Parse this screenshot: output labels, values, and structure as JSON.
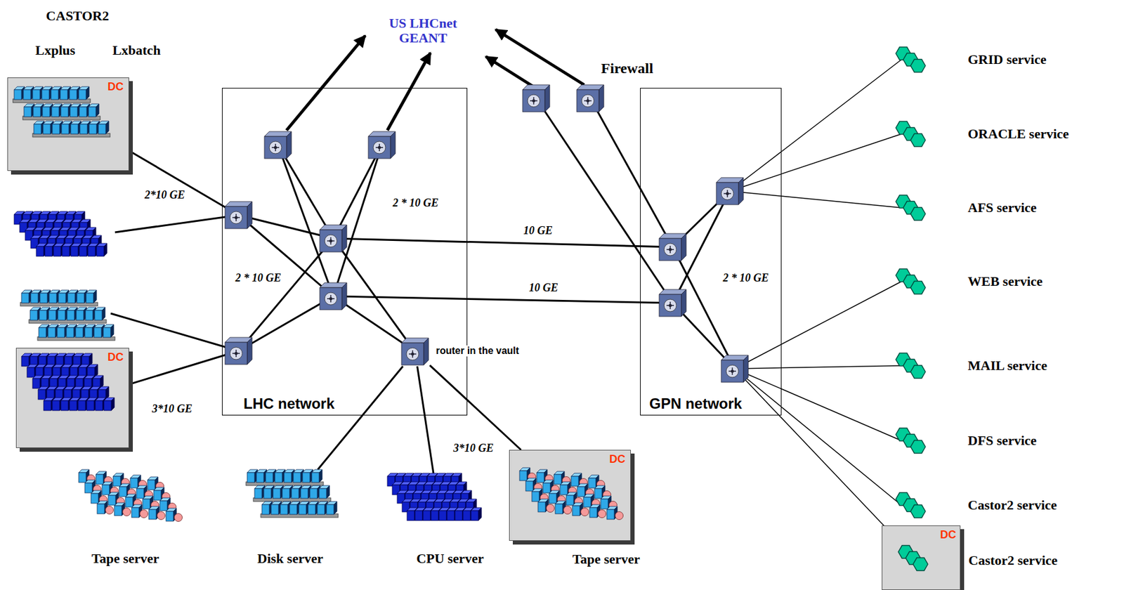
{
  "diagram": {
    "nodes": [
      {
        "text": [
          "LHC network"
        ]
      },
      {
        "text": [
          "router in the vault"
        ],
        "in": 0
      },
      {
        "text": [
          "GPN network"
        ]
      },
      {
        "text": [
          "DC"
        ]
      },
      {
        "text": [
          "DC"
        ]
      },
      {
        "text": [
          "Tape server"
        ]
      },
      {
        "text": [
          "Disk server"
        ]
      },
      {
        "text": [
          "CPU server"
        ]
      },
      {
        "text": [
          "DC",
          "Tape server"
        ]
      },
      {
        "text": [
          "GRID service"
        ]
      },
      {
        "text": [
          "ORACLE service"
        ]
      },
      {
        "text": [
          "AFS service"
        ]
      },
      {
        "text": [
          "WEB service"
        ]
      },
      {
        "text": [
          "MAIL service"
        ]
      },
      {
        "text": [
          "DFS service"
        ]
      },
      {
        "text": [
          "Castor2 service"
        ]
      },
      {
        "text": [
          "DC",
          "Castor2 service"
        ]
      }
    ],
    "edges": [
      {
        "from": 1,
        "to": 6,
        "arrow": "none"
      },
      {
        "from": 1,
        "to": 7,
        "arrow": "none"
      },
      {
        "from": 1,
        "to": 8,
        "label": "3*10 GE",
        "arrow": "none"
      }
    ],
    "labels": [
      "CASTOR2",
      "Lxplus",
      "Lxbatch",
      "US LHCnet GEANT",
      "Firewall",
      "2*10 GE",
      "2 * 10 GE",
      "2 * 10 GE",
      "10 GE",
      "10 GE",
      "2 * 10 GE",
      "3*10 GE"
    ]
  }
}
